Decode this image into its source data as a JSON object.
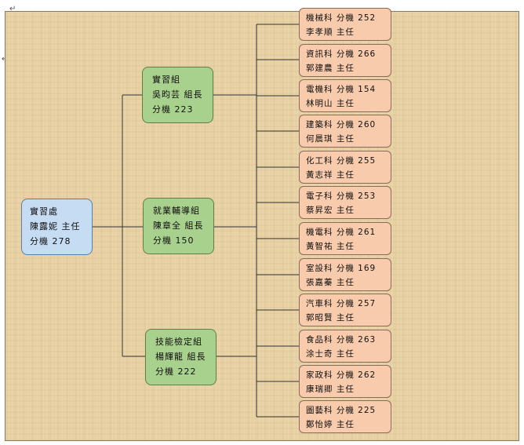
{
  "root": {
    "lines": [
      "實習處",
      "陳露妮 主任",
      "分機 278"
    ]
  },
  "groups": [
    {
      "lines": [
        "實習組",
        "吳昀芸 組長",
        "分機 223"
      ]
    },
    {
      "lines": [
        "就業輔導組",
        "陳章全 組長",
        "分機 150"
      ]
    },
    {
      "lines": [
        "技能檢定組",
        "楊輝龍 組長",
        "分機 222"
      ]
    }
  ],
  "departments": [
    {
      "lines": [
        "機械科 分機 252",
        "李孝順 主任"
      ]
    },
    {
      "lines": [
        "資訊科 分機 266",
        "郭建農 主任"
      ]
    },
    {
      "lines": [
        "電機科 分機 154",
        "林明山 主任"
      ]
    },
    {
      "lines": [
        "建築科 分機 260",
        "何晨琪 主任"
      ]
    },
    {
      "lines": [
        "化工科 分機 255",
        "黃志祥 主任"
      ]
    },
    {
      "lines": [
        "電子科 分機 253",
        "蔡昇宏 主任"
      ]
    },
    {
      "lines": [
        "機電科 分機 261",
        "黃智祐 主任"
      ]
    },
    {
      "lines": [
        "室設科 分機 169",
        "張嘉蓁 主任"
      ]
    },
    {
      "lines": [
        "汽車科 分機 257",
        "郭昭賢 主任"
      ]
    },
    {
      "lines": [
        "食品科 分機 263",
        "涂士奇 主任"
      ]
    },
    {
      "lines": [
        "家政科 分機 262",
        "康瑞卿 主任"
      ]
    },
    {
      "lines": [
        "圖藝科 分機 225",
        "鄭怡婷 主任"
      ]
    }
  ]
}
